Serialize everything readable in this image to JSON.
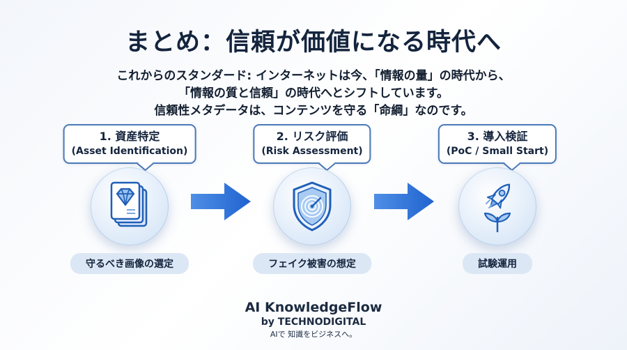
{
  "title": "まとめ：信頼が価値になる時代へ",
  "intro": {
    "line1": "これからのスタンダード: インターネットは今、「情報の量」の時代から、",
    "line2": "「情報の質と信頼」の時代へとシフトしています。",
    "line3": "信頼性メタデータは、コンテンツを守る「命綱」なのです。"
  },
  "steps": [
    {
      "title": "1. 資産特定",
      "subtitle": "(Asset Identification)",
      "icon": "diamond-document-icon",
      "caption": "守るべき画像の選定"
    },
    {
      "title": "2. リスク評価",
      "subtitle": "(Risk Assessment)",
      "icon": "shield-radar-icon",
      "caption": "フェイク被害の想定"
    },
    {
      "title": "3. 導入検証",
      "subtitle": "(PoC / Small Start)",
      "icon": "rocket-sprout-icon",
      "caption": "試験運用"
    }
  ],
  "arrows": [
    "arrow-right-icon",
    "arrow-right-icon"
  ],
  "brand": {
    "name": "AI KnowledgeFlow",
    "by": "by TECHNODIGITAL",
    "tagline": "AIで 知識をビジネスへ。"
  },
  "colors": {
    "primary_blue": "#2c6fd1",
    "dark_navy": "#14243d",
    "pill_bg": "#dce7f5",
    "border_blue": "#4a79b8"
  }
}
